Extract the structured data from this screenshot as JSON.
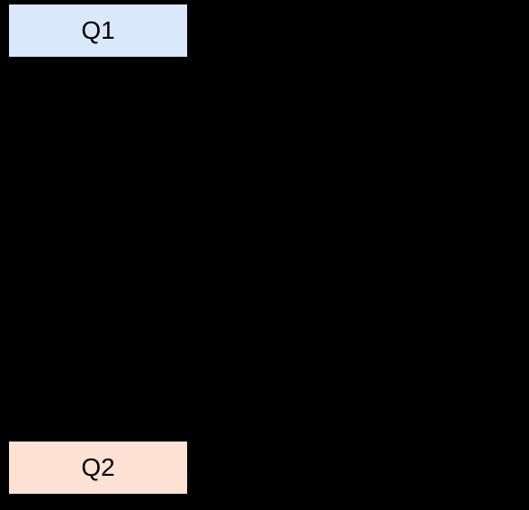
{
  "diagram": {
    "nodes": [
      {
        "id": "q1",
        "label": "Q1",
        "fill": "#dae8fc"
      },
      {
        "id": "q2",
        "label": "Q2",
        "fill": "#fde2d4"
      }
    ]
  },
  "colors": {
    "background": "#000000",
    "text": "#000000"
  }
}
